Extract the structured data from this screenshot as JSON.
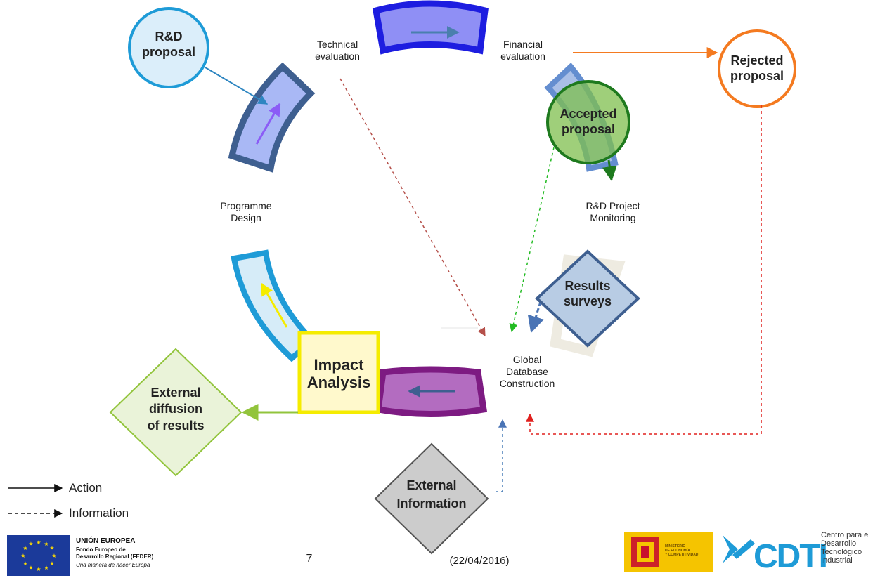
{
  "nodes": {
    "rd_proposal": "R&D\nproposal",
    "rejected_proposal": "Rejected\nproposal",
    "accepted_proposal": "Accepted\nproposal",
    "results_surveys": "Results\nsurveys",
    "impact_analysis": "Impact\nAnalysis",
    "external_diffusion": "External\ndiffusion\nof results",
    "external_information": "External\nInformation"
  },
  "stages": {
    "technical_evaluation": "Technical\nevaluation",
    "financial_evaluation": "Financial\nevaluation",
    "programme_design": "Programme\nDesign",
    "project_monitoring": "R&D Project\nMonitoring",
    "global_database": "Global\nDatabase\nConstruction"
  },
  "legend": {
    "action": "Action",
    "information": "Information"
  },
  "footer": {
    "eu_title": "UNIÓN EUROPEA",
    "eu_fund_line1": "Fondo Europeo de",
    "eu_fund_line2": "Desarrollo Regional (FEDER)",
    "eu_motto": "Una manera de hacer Europa",
    "page_number": "7",
    "date": "(22/04/2016)",
    "ministry": "MINISTERIO\nDE ECONOMÍA\nY COMPETITIVIDAD",
    "cdti_logo": "CDTI",
    "cdti_name": "Centro para el\nDesarrollo\nTecnológico\nIndustrial"
  },
  "colors": {
    "dark_blue": "#3a5f8f",
    "light_blue": "#a9b8f5",
    "purple": "#7d1b82",
    "orange": "#f47a20",
    "green": "#2f8f2f",
    "yellow": "#f5ec00",
    "lime": "#92c43c",
    "red": "#e0201e"
  }
}
